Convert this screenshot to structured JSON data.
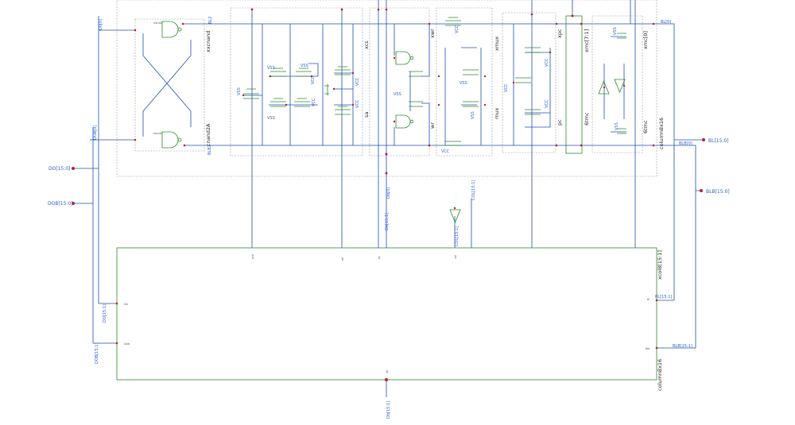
{
  "colors": {
    "wire": "#1f4fb5",
    "box": "#2b8a2b",
    "dashed": "#9a9a9a",
    "pin": "#c41e1e",
    "label": "#2a5fd0",
    "inst": "#222222"
  },
  "instances": {
    "nand_top": "nand2",
    "nand_bot": "nand2",
    "xxcnand": "xxcnand",
    "cnand2a": "cnand2A",
    "xcs": "xcs",
    "sa": "sa",
    "xwr": "xwr",
    "wr": "wr",
    "xmux": "xmux",
    "mux": "mux",
    "xpc": "xpc",
    "pc": "pc",
    "xmc": "xmc[7:1]",
    "cmc": "6tmc",
    "xmc0": "xmc[0]",
    "cmc0": "6tmc",
    "col8": "column8x16",
    "col8b": "column8x16",
    "xcol8": "xcol8[15:1]"
  },
  "nets": {
    "d0": "D0[0]",
    "db0": "DOB[0]",
    "bl2": "BL2",
    "blb2": "BLB2",
    "bl0": "BL[0]",
    "blb0": "BLB[0]",
    "bl_bus": "BL[15:0]",
    "blb_bus": "BLB[15:0]",
    "dio_bus": "DO[15:0]",
    "diob_bus": "DOB[15:0]",
    "do_1": "DO[15:1]",
    "dob_1": "DOB[15:1]",
    "db0b": "Db[0]",
    "db_1": "Db[15:1]",
    "col_1": "COL[15:1]",
    "col_1b": "COL[15:1]",
    "dbot": "Db[15:1]",
    "bl_1": "BL[15:1]",
    "blb_1": "BLB[15:1]"
  },
  "supply": {
    "vss": "VSS",
    "vcc": "VCC"
  },
  "pins": {
    "do": "Do",
    "dob": "Dob",
    "bl": "bl",
    "blb": "blb",
    "pcb": "pcb",
    "wl": "wl",
    "col": "col",
    "en": "en",
    "db": "db"
  }
}
